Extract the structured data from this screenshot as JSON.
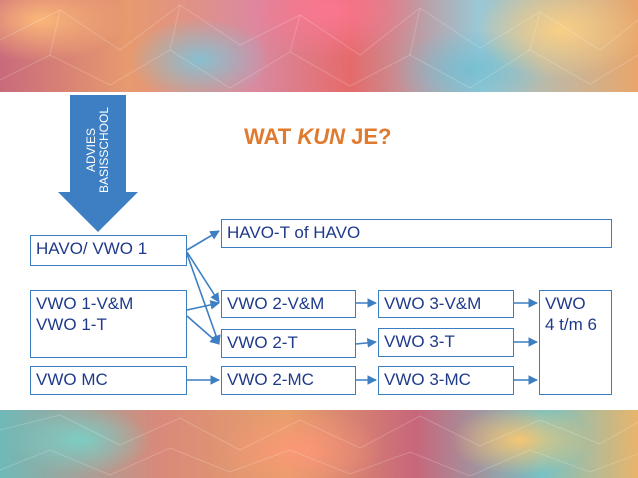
{
  "title": {
    "prefix": "WAT ",
    "emph": "KUN",
    "suffix": " JE?"
  },
  "advies": {
    "line1": "ADVIES",
    "line2": "BASISSCHOOL"
  },
  "boxes": {
    "havo_vwo_1": "HAVO/ VWO 1",
    "vwo1_vm": "VWO 1-V&M",
    "vwo1_t": "VWO 1-T",
    "vwo_mc": "VWO MC",
    "havo_t": "HAVO-T of HAVO",
    "vwo2_vm": "VWO 2-V&M",
    "vwo2_t": "VWO 2-T",
    "vwo2_mc": "VWO 2-MC",
    "vwo3_vm": "VWO 3-V&M",
    "vwo3_t": "VWO 3-T",
    "vwo3_mc": "VWO 3-MC",
    "vwo_line1": "VWO",
    "vwo_line2": "4 t/m 6"
  },
  "colors": {
    "title": "#e07a2e",
    "box_border": "#3a7ebf",
    "box_text": "#1f3a8a",
    "arrow": "#3d7fc2"
  }
}
